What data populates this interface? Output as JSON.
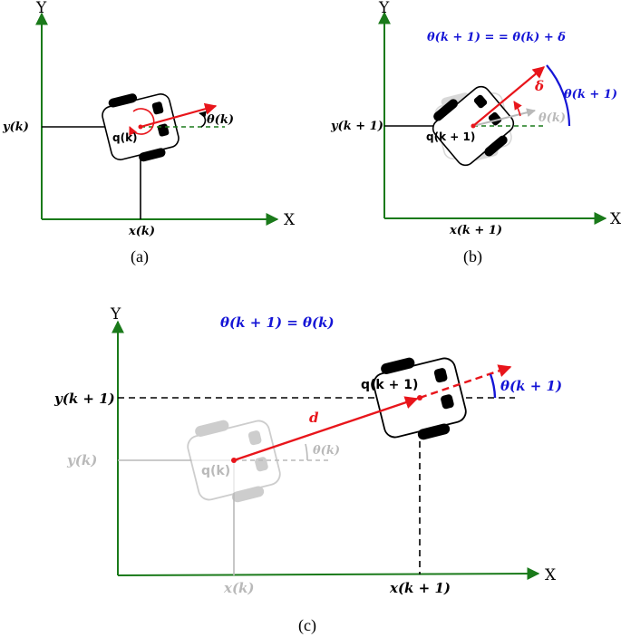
{
  "panel_a": {
    "y_axis": "Y",
    "x_axis": "X",
    "y_label": "y(k)",
    "x_label": "x(k)",
    "q_label": "q(k)",
    "theta_label": "θ(k)",
    "caption": "(a)"
  },
  "panel_b": {
    "y_axis": "Y",
    "x_axis": "X",
    "equation": "θ(k + 1) = = θ(k) + δ",
    "y_label": "y(k + 1)",
    "x_label": "x(k + 1)",
    "q_label": "q(k + 1)",
    "theta_old": "θ(k)",
    "delta": "δ",
    "theta_new": "θ(k + 1)",
    "caption": "(b)"
  },
  "panel_c": {
    "y_axis": "Y",
    "x_axis": "X",
    "equation": "θ(k + 1) =  θ(k)",
    "y_new": "y(k + 1)",
    "y_old": "y(k)",
    "x_new": "x(k + 1)",
    "x_old": "x(k)",
    "q_new": "q(k + 1)",
    "q_old": "q(k)",
    "distance": "d",
    "theta_old": "θ(k)",
    "theta_new": "θ(k + 1)",
    "caption": "(c)"
  },
  "colors": {
    "axis": "#1a7a1a",
    "heading": "#e8151b",
    "angle": "#1515d6",
    "ghost": "#b9b9b9",
    "reference": "#1a7a1a"
  }
}
